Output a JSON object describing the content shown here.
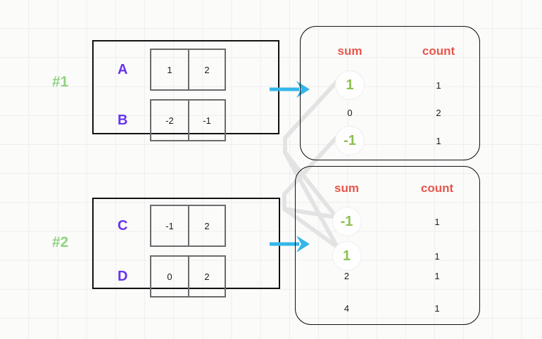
{
  "colors": {
    "background": "#fbfbfa",
    "grid": "#eeeeee",
    "group_tag": "#8ed47f",
    "key_letter": "#6634ee",
    "column_header": "#e8564a",
    "highlight_value": "#8dc153",
    "arrow": "#35b6e8",
    "link_line": "#e3e3e3",
    "block_border": "#111111",
    "cell_border": "#6b6b6b"
  },
  "groups": [
    {
      "tag": "#1",
      "rows": [
        {
          "key": "A",
          "cells": [
            "1",
            "2"
          ]
        },
        {
          "key": "B",
          "cells": [
            "-2",
            "-1"
          ]
        }
      ]
    },
    {
      "tag": "#2",
      "rows": [
        {
          "key": "C",
          "cells": [
            "-1",
            "2"
          ]
        },
        {
          "key": "D",
          "cells": [
            "0",
            "2"
          ]
        }
      ]
    }
  ],
  "panels": [
    {
      "id": "panel-1",
      "headers": {
        "sum": "sum",
        "count": "count"
      },
      "rows": [
        {
          "sum": "1",
          "count": "1",
          "highlight": true
        },
        {
          "sum": "0",
          "count": "2",
          "highlight": false
        },
        {
          "sum": "-1",
          "count": "1",
          "highlight": true
        }
      ]
    },
    {
      "id": "panel-2",
      "headers": {
        "sum": "sum",
        "count": "count"
      },
      "rows": [
        {
          "sum": "-1",
          "count": "1",
          "highlight": true
        },
        {
          "sum": "1",
          "count": "1",
          "highlight": true
        },
        {
          "sum": "2",
          "count": "1",
          "highlight": false
        },
        {
          "sum": "4",
          "count": "1",
          "highlight": false
        }
      ]
    }
  ],
  "arrows": [
    {
      "name": "arrow-group-1-to-panel-1",
      "from": "group-1",
      "to": "panel-1"
    },
    {
      "name": "arrow-group-2-to-panel-2",
      "from": "group-2",
      "to": "panel-2"
    }
  ],
  "links": [
    {
      "name": "link-sum-1-top-to-sum-1-bottom",
      "from": "panel-1 sum 1",
      "to": "panel-2 sum 1"
    },
    {
      "name": "link-sum-neg1-top-to-sum-neg1-bottom",
      "from": "panel-1 sum -1",
      "to": "panel-2 sum -1"
    }
  ]
}
